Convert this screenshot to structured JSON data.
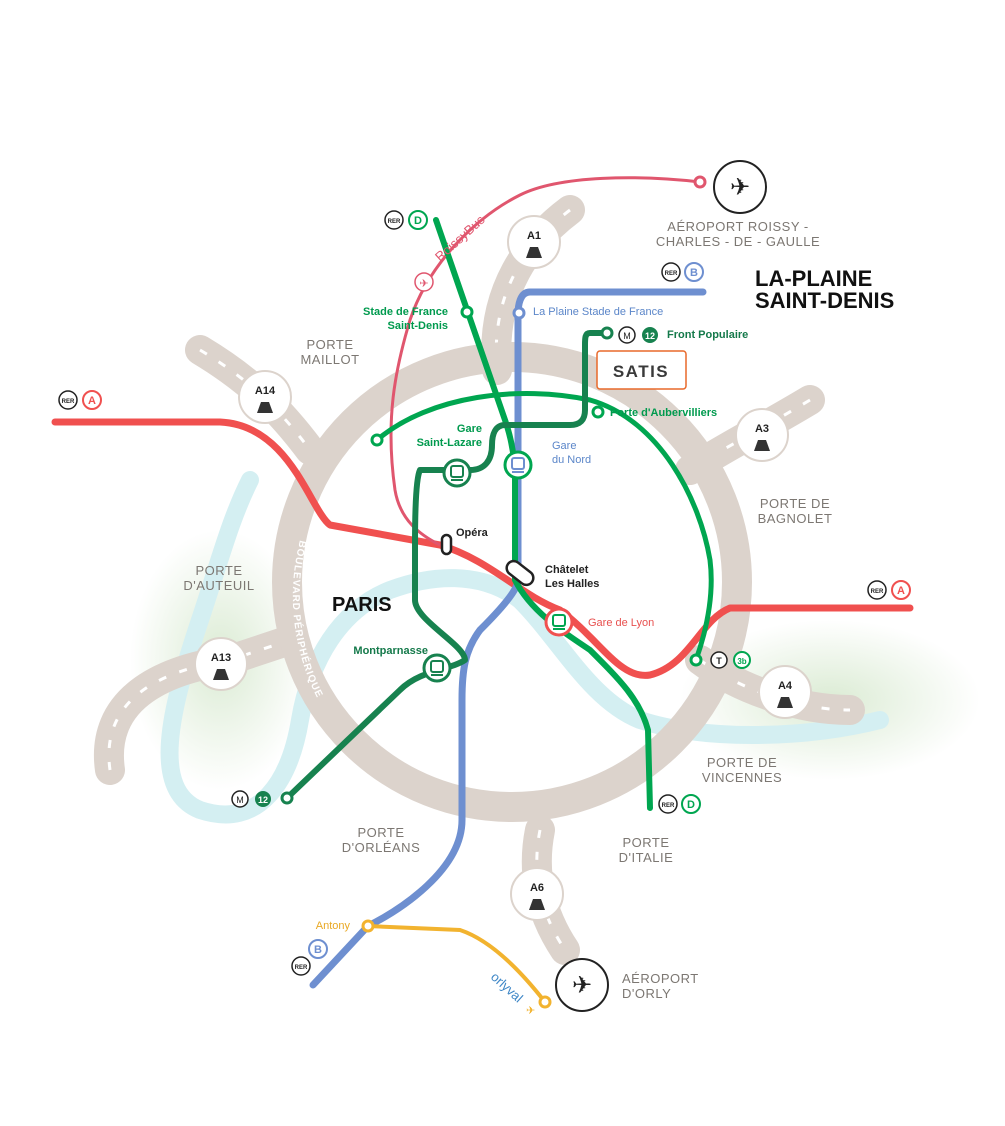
{
  "titles": {
    "main": "LA-PLAINE",
    "main2": "SAINT-DENIS",
    "city": "PARIS"
  },
  "ring_label": "BOULEVARD PÉRIPHÉRIQUE",
  "gates": {
    "maillot": [
      "PORTE",
      "MAILLOT"
    ],
    "auteuil": [
      "PORTE",
      "D'AUTEUIL"
    ],
    "bagnolet": [
      "PORTE DE",
      "BAGNOLET"
    ],
    "vincennes": [
      "PORTE DE",
      "VINCENNES"
    ],
    "orleans": [
      "PORTE",
      "D'ORLÉANS"
    ],
    "italie": [
      "PORTE",
      "D'ITALIE"
    ]
  },
  "airports": {
    "roissy": [
      "AÉROPORT ROISSY -",
      "CHARLES - DE - GAULLE"
    ],
    "orly": [
      "AÉROPORT",
      "D'ORLY"
    ]
  },
  "highways": {
    "a1": "A1",
    "a14": "A14",
    "a3": "A3",
    "a13": "A13",
    "a4": "A4",
    "a6": "A6"
  },
  "stations": {
    "stade_de_france": [
      "Stade de France",
      "Saint-Denis"
    ],
    "la_plaine": "La Plaine Stade de France",
    "front_populaire": "Front Populaire",
    "porte_aubervilliers": "Porte d'Aubervilliers",
    "gare_saint_lazare": [
      "Gare",
      "Saint-Lazare"
    ],
    "gare_du_nord": [
      "Gare",
      "du Nord"
    ],
    "opera": "Opéra",
    "chatelet": [
      "Châtelet",
      "Les Halles"
    ],
    "gare_de_lyon": "Gare de Lyon",
    "montparnasse": "Montparnasse",
    "antony": "Antony"
  },
  "badges": {
    "rer": "RER",
    "metro": "M",
    "tram": "T",
    "line_a": "A",
    "line_b": "B",
    "line_d": "D",
    "line_12": "12",
    "line_3b": "3b"
  },
  "services": {
    "roissybus": "RoissyBus",
    "orlyval": "orlyval"
  },
  "logo": "SATIS",
  "colors": {
    "rer_a": "#f0504f",
    "rer_b": "#6e8fd0",
    "rer_d": "#00a650",
    "metro_12": "#17824f",
    "roissybus": "#e0566e",
    "orlyval": "#f2b32f",
    "ring": "#dcd3cc",
    "seine": "#d4eff2",
    "logo": "#e8692a"
  }
}
